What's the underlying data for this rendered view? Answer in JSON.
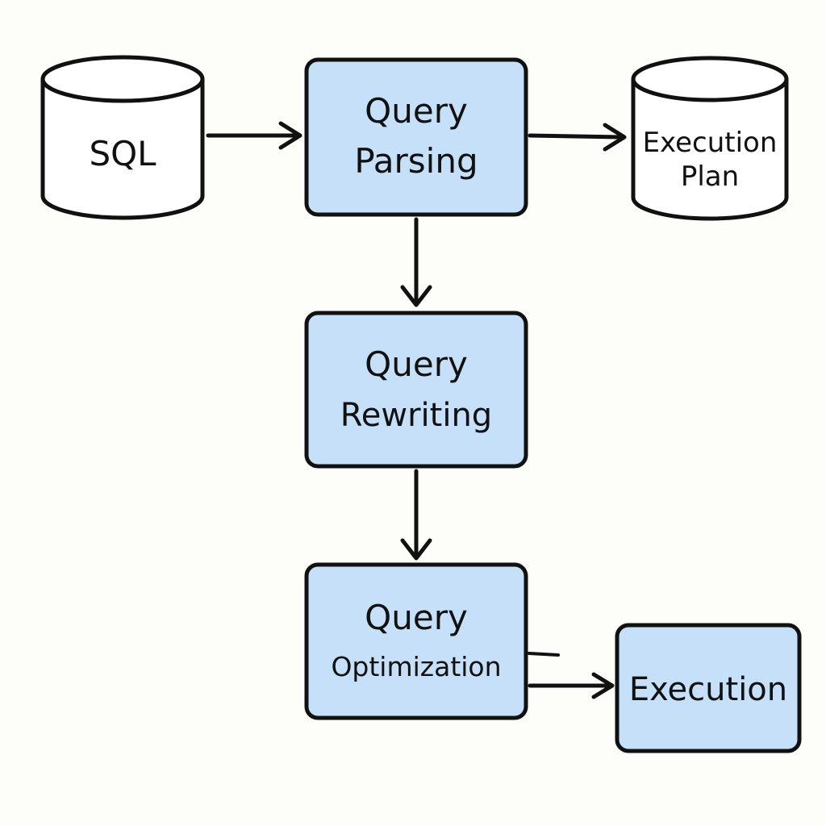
{
  "nodes": {
    "sql": {
      "label": "SQL"
    },
    "parsing": {
      "line1": "Query",
      "line2": "Parsing"
    },
    "execution_plan": {
      "line1": "Execution",
      "line2": "Plan"
    },
    "rewriting": {
      "line1": "Query",
      "line2": "Rewriting"
    },
    "optimization": {
      "line1": "Query",
      "line2": "Optimization"
    },
    "execution": {
      "label": "Execution"
    }
  },
  "edges": [
    {
      "from": "SQL",
      "to": "Query Parsing"
    },
    {
      "from": "Query Parsing",
      "to": "Execution Plan"
    },
    {
      "from": "Query Parsing",
      "to": "Query Rewriting"
    },
    {
      "from": "Query Rewriting",
      "to": "Query Optimization"
    },
    {
      "from": "Query Optimization",
      "to": "Execution"
    }
  ],
  "colors": {
    "process_box": "#c5e0f8",
    "data_store": "#ffffff",
    "outline": "#111111",
    "background": "#fdfdf9"
  }
}
